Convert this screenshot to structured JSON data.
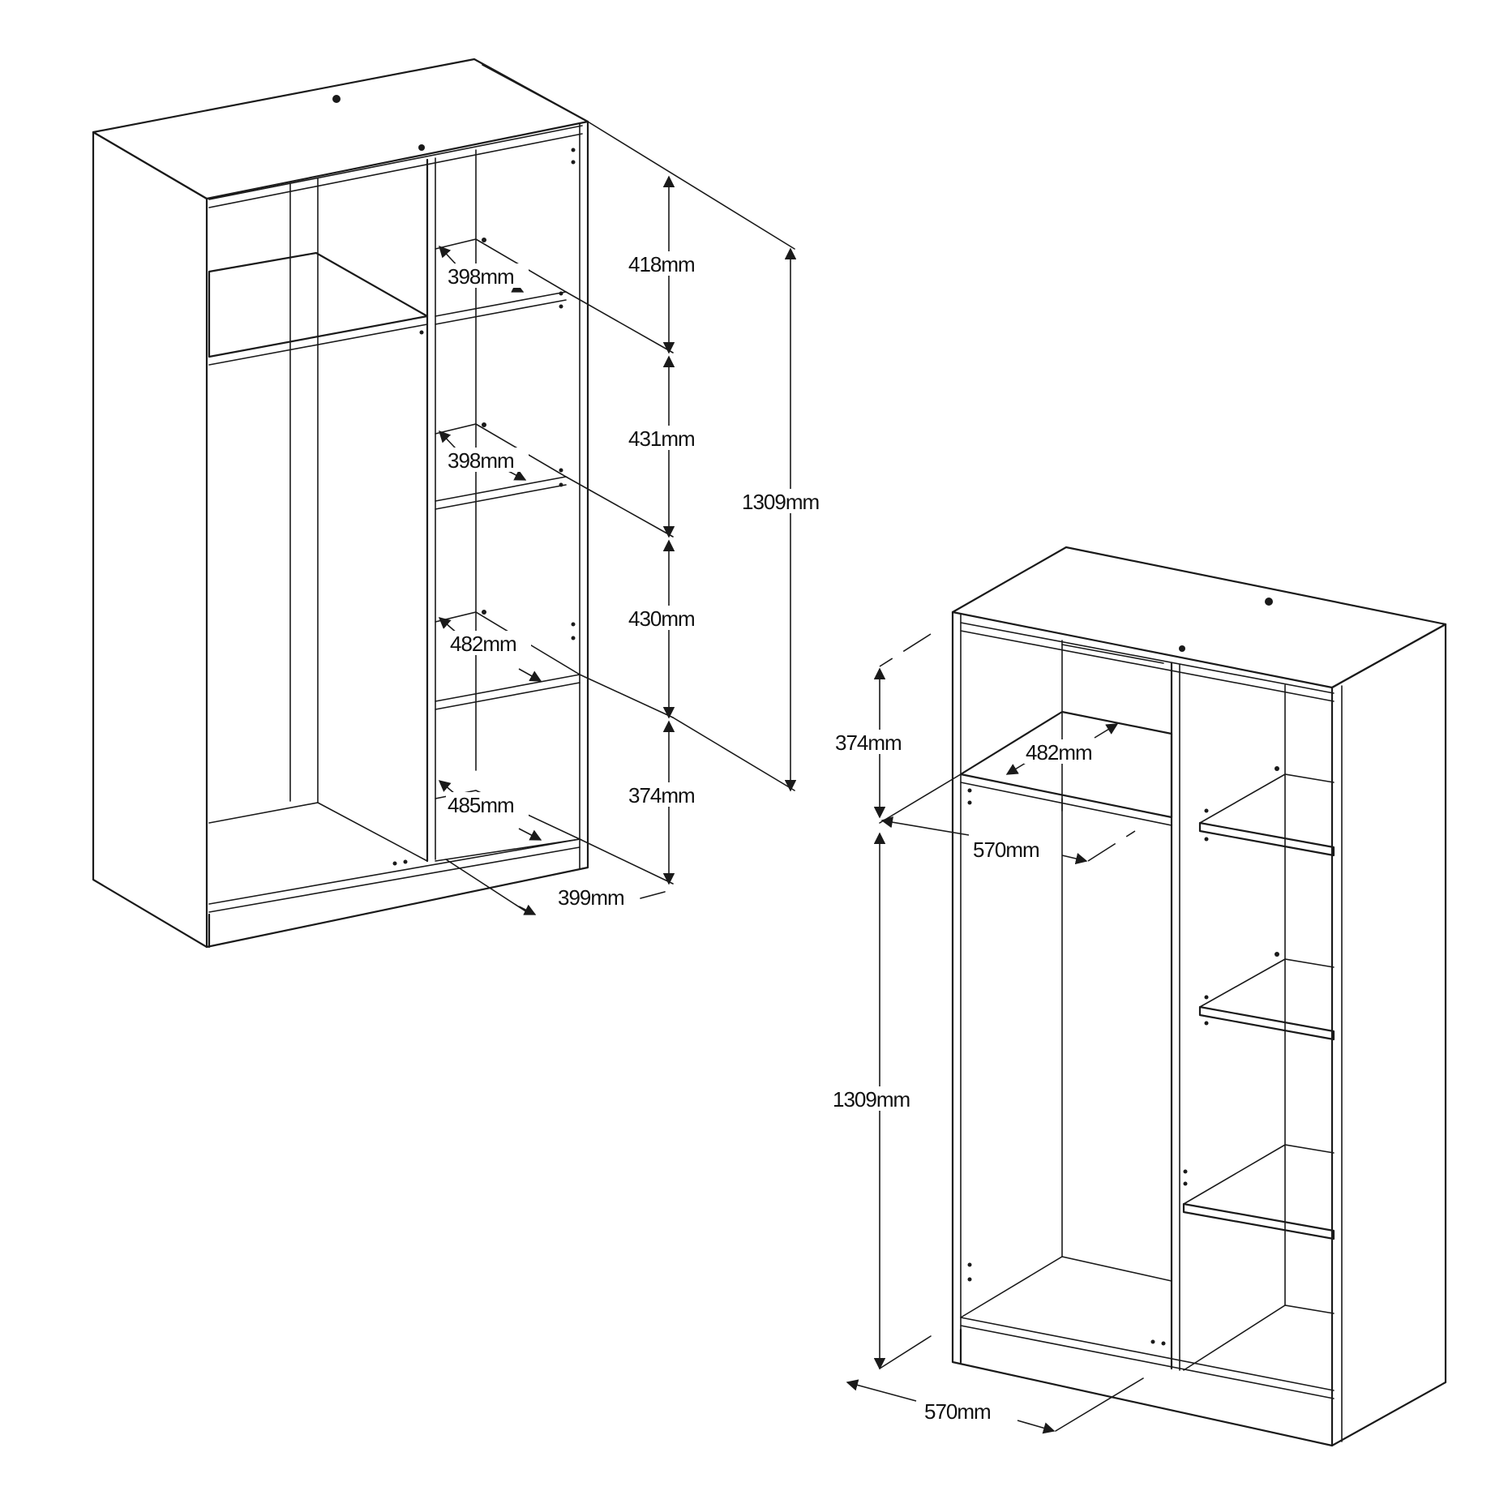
{
  "diagram": {
    "left_wardrobe": {
      "shelf_depths": [
        "398mm",
        "398mm",
        "482mm",
        "485mm"
      ],
      "compartment_heights": [
        "418mm",
        "431mm",
        "430mm",
        "374mm"
      ],
      "total_height": "1309mm",
      "depth": "399mm"
    },
    "right_wardrobe": {
      "upper_height": "374mm",
      "shelf_depth": "482mm",
      "inner_width": "570mm",
      "lower_height": "1309mm",
      "base_width": "570mm"
    }
  }
}
